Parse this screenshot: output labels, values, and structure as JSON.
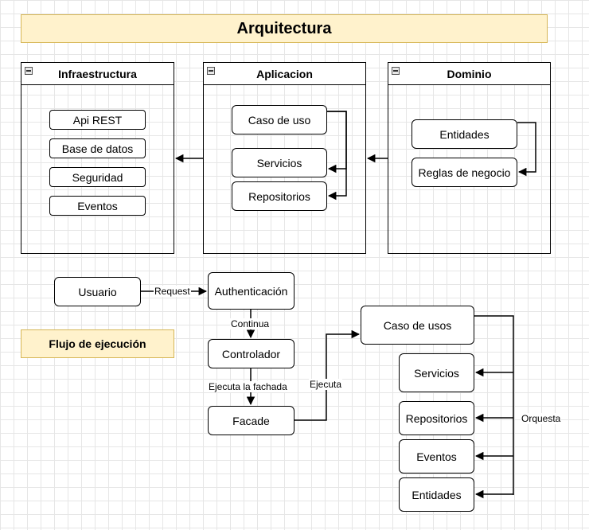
{
  "title": "Arquitectura",
  "layers": {
    "infraestructura": {
      "header": "Infraestructura",
      "items": [
        "Api REST",
        "Base de datos",
        "Seguridad",
        "Eventos"
      ]
    },
    "aplicacion": {
      "header": "Aplicacion",
      "items": [
        "Caso de uso",
        "Servicios",
        "Repositorios"
      ]
    },
    "dominio": {
      "header": "Dominio",
      "items": [
        "Entidades",
        "Reglas de negocio"
      ]
    }
  },
  "flow": {
    "label": "Flujo de ejecución",
    "nodes": {
      "usuario": "Usuario",
      "authentication": "Authenticación",
      "controlador": "Controlador",
      "facade": "Facade",
      "caso_de_usos": "Caso de usos",
      "servicios": "Servicios",
      "repositorios": "Repositorios",
      "eventos": "Eventos",
      "entidades": "Entidades"
    },
    "edges": {
      "request": "Request",
      "continua": "Continua",
      "ejecuta_fachada": "Ejecuta la fachada",
      "ejecuta": "Ejecuta",
      "orquesta": "Orquesta"
    }
  }
}
